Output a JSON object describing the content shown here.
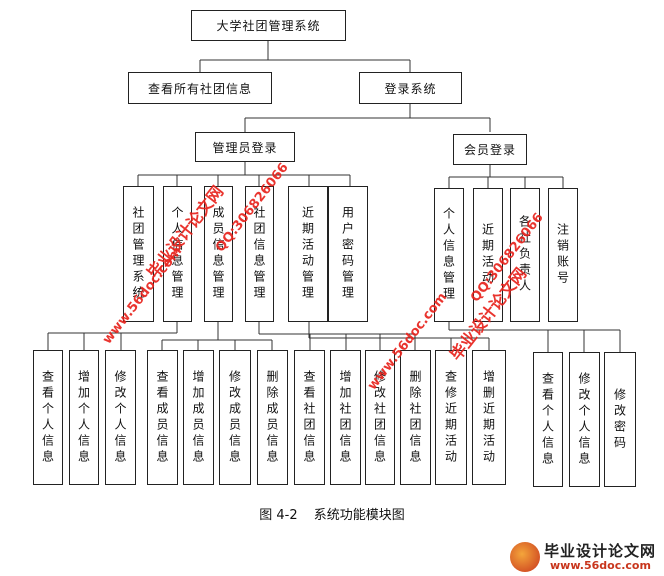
{
  "diagram": {
    "root": "大学社团管理系统",
    "level1": [
      "查看所有社团信息",
      "登录系统"
    ],
    "level2": [
      "管理员登录",
      "会员登录"
    ],
    "admin_modules": [
      "社团管理系统",
      "个人信息管理",
      "成员信息管理",
      "社团信息管理",
      "近期活动管理",
      "用户密码管理"
    ],
    "member_modules": [
      "个人信息管理",
      "近期活动",
      "各社负责人",
      "注销账号"
    ],
    "leaves": [
      "查看个人信息",
      "增加个人信息",
      "修改个人信息",
      "查看成员信息",
      "增加成员信息",
      "修改成员信息",
      "删除成员信息",
      "查看社团信息",
      "增加社团信息",
      "修改社团信息",
      "删除社团信息",
      "查修近期活动",
      "增删近期活动",
      "查看个人信息",
      "修改个人信息",
      "修改密码"
    ]
  },
  "caption": {
    "figure_no": "图 4-2",
    "title": "系统功能模块图"
  },
  "watermarks": {
    "site_cn": "毕业设计论文网",
    "qq": "QQ:306826066",
    "url": "www.56doc.com"
  },
  "logo": {
    "name": "毕业设计论文网",
    "url": "www.56doc.com"
  }
}
